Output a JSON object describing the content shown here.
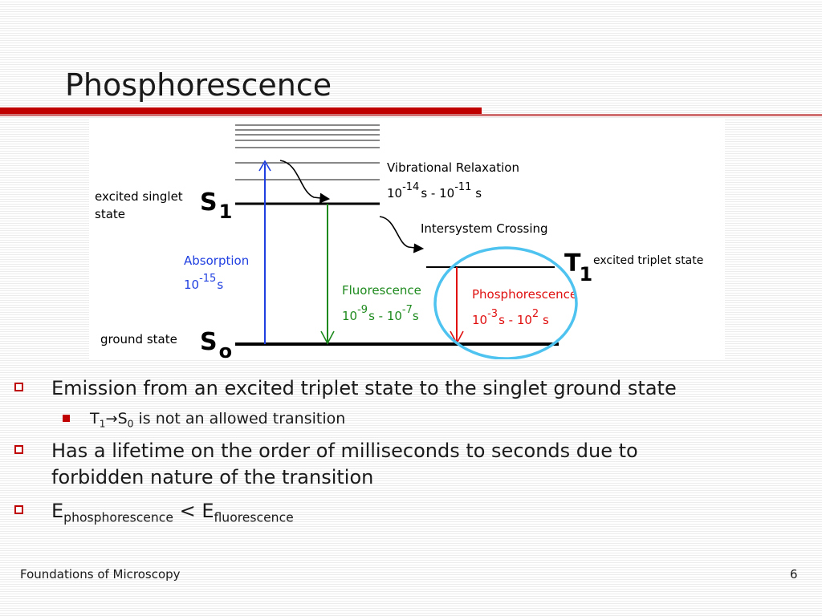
{
  "slide": {
    "title": "Phosphorescence",
    "accent_color": "#c00000",
    "page_number": "6",
    "footer": "Foundations of Microscopy"
  },
  "diagram": {
    "state_labels": {
      "excited_singlet_line1": "excited singlet",
      "excited_singlet_line2": "state",
      "ground": "ground state",
      "excited_triplet": "excited triplet state"
    },
    "level_symbols": {
      "s1_letter": "S",
      "s1_index": "1",
      "s0_letter": "S",
      "s0_index": "o",
      "t1_letter": "T",
      "t1_index": "1"
    },
    "processes": {
      "vibrational_relaxation": {
        "label": "Vibrational Relaxation",
        "time_base1": "10",
        "time_exp1": "-14",
        "time_sep": "s - 10",
        "time_exp2": "-11",
        "time_unit": " s"
      },
      "intersystem_crossing": {
        "label": "Intersystem Crossing"
      },
      "absorption": {
        "label": "Absorption",
        "time_base": "10",
        "time_exp": "-15",
        "time_unit": "s",
        "color": "#1f3fe0"
      },
      "fluorescence": {
        "label": "Fluorescence",
        "time_base1": "10",
        "time_exp1": "-9",
        "time_sep": "s - 10",
        "time_exp2": "-7",
        "time_unit": "s",
        "color": "#1e8a1e"
      },
      "phosphorescence": {
        "label": "Phosphorescence",
        "time_base1": "10",
        "time_exp1": "-3",
        "time_sep": "s - 10",
        "time_exp2": "2",
        "time_unit": " s",
        "color": "#e01010"
      }
    },
    "highlight_circle_color": "#4fc3f0"
  },
  "bullets": [
    {
      "text": "Emission from an excited triplet state to the singlet ground state"
    },
    {
      "sub": true,
      "t": "T",
      "t_index": "1",
      "arrow": "→",
      "s": "S",
      "s_index": "0",
      "rest": " is not an allowed transition"
    },
    {
      "line1": "Has a lifetime on the order of milliseconds to seconds due to",
      "line2": "forbidden nature of the transition"
    },
    {
      "e1": "E",
      "e1_sub": "phosphorescence",
      "lt": " < E",
      "e2_sub": "fluorescence"
    }
  ]
}
